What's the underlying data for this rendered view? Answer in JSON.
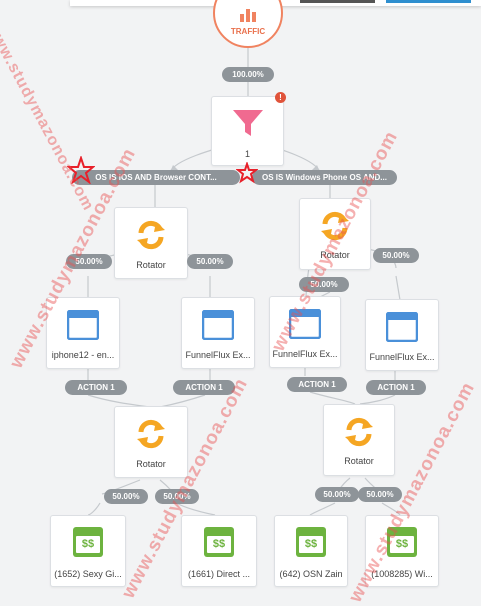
{
  "traffic": {
    "label": "TRAFFIC"
  },
  "filter": {
    "percent": "100.00%",
    "count": "1",
    "info": "!"
  },
  "conditions": {
    "left": "OS IS iOS AND Browser CONT...",
    "right": "OS IS Windows Phone OS AND..."
  },
  "rotators": {
    "label": "Rotator"
  },
  "splits": {
    "r1_left": "50.00%",
    "r1_right": "50.00%",
    "r2_left": "50.00%",
    "r2_right": "50.00%",
    "r3_left": "50.00%",
    "r3_right": "50.00%",
    "r4_left": "50.00%",
    "r4_right": "50.00%"
  },
  "pages": {
    "p1": "iphone12 - en...",
    "p2": "FunnelFlux Ex...",
    "p3": "FunnelFlux Ex...",
    "p4": "FunnelFlux Ex..."
  },
  "actions": {
    "a1": "ACTION 1",
    "a2": "ACTION 1",
    "a3": "ACTION 1",
    "a4": "ACTION 1"
  },
  "offers": {
    "o1": "(1652) Sexy Gi...",
    "o2": "(1661) Direct ...",
    "o3": "(642) OSN Zain",
    "o4": "(1008285) Wi..."
  },
  "offer_icon_text": "$$",
  "watermark": "www.studymazonoa.com",
  "colors": {
    "accent_orange": "#f08360",
    "funnel_pink": "#f06a90",
    "rotator_orange": "#f5a623",
    "page_blue": "#4a90d9",
    "offer_green": "#6db33f",
    "pill_gray": "#8e9499",
    "info_red": "#e0533a"
  }
}
